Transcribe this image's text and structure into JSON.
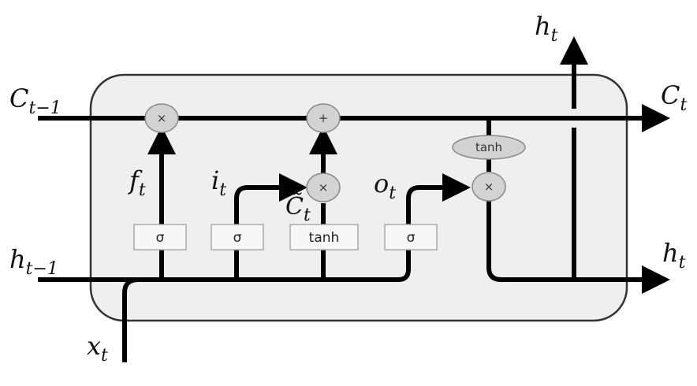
{
  "labels": {
    "c_prev": {
      "base": "C",
      "sub": "t−1"
    },
    "h_prev": {
      "base": "h",
      "sub": "t−1"
    },
    "x_t": {
      "base": "x",
      "sub": "t"
    },
    "c_t": {
      "base": "C",
      "sub": "t"
    },
    "h_t_out": {
      "base": "h",
      "sub": "t"
    },
    "h_t_top": {
      "base": "h",
      "sub": "t"
    },
    "f_t": {
      "base": "f",
      "sub": "t"
    },
    "i_t": {
      "base": "i",
      "sub": "t"
    },
    "o_t": {
      "base": "o",
      "sub": "t"
    },
    "c_tilde": {
      "base": "C̃",
      "sub": "t"
    }
  },
  "operators": {
    "forget_mult": "×",
    "cell_add": "+",
    "input_mult": "×",
    "output_mult": "×",
    "cell_tanh": "tanh"
  },
  "gates": {
    "forget": "σ",
    "input": "σ",
    "candidate": "tanh",
    "output": "σ"
  },
  "colors": {
    "cell_fill": "#efefef",
    "cell_stroke": "#333333",
    "op_fill": "#d3d3d3",
    "gate_fill": "#f7f7f7",
    "gate_stroke": "#aaaaaa",
    "line": "#000000"
  }
}
